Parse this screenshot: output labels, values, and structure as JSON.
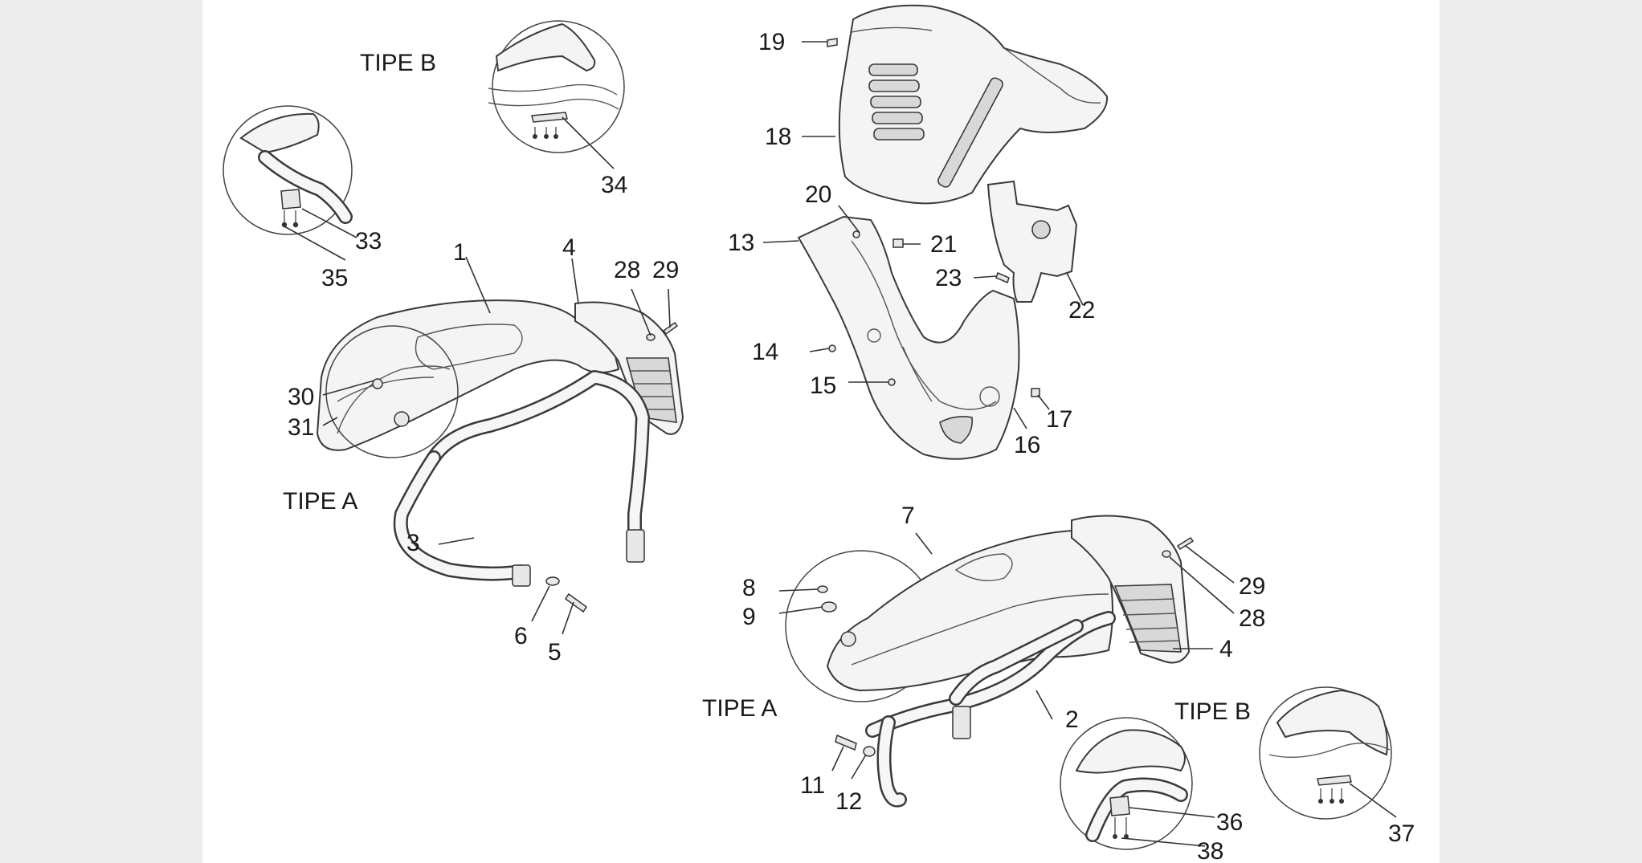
{
  "diagram": {
    "variant_labels": {
      "tipe_b_top": "TIPE B",
      "tipe_a_left": "TIPE A",
      "tipe_a_right": "TIPE A",
      "tipe_b_right": "TIPE B"
    },
    "part_numbers": {
      "p1": "1",
      "p2": "2",
      "p3": "3",
      "p4a": "4",
      "p4b": "4",
      "p5": "5",
      "p6": "6",
      "p7": "7",
      "p8": "8",
      "p9": "9",
      "p11": "11",
      "p12": "12",
      "p13": "13",
      "p14": "14",
      "p15": "15",
      "p16": "16",
      "p17": "17",
      "p18": "18",
      "p19": "19",
      "p20": "20",
      "p21": "21",
      "p22": "22",
      "p23": "23",
      "p28a": "28",
      "p28b": "28",
      "p29a": "29",
      "p29b": "29",
      "p30": "30",
      "p31": "31",
      "p33": "33",
      "p34": "34",
      "p35": "35",
      "p36": "36",
      "p37": "37",
      "p38": "38"
    }
  }
}
